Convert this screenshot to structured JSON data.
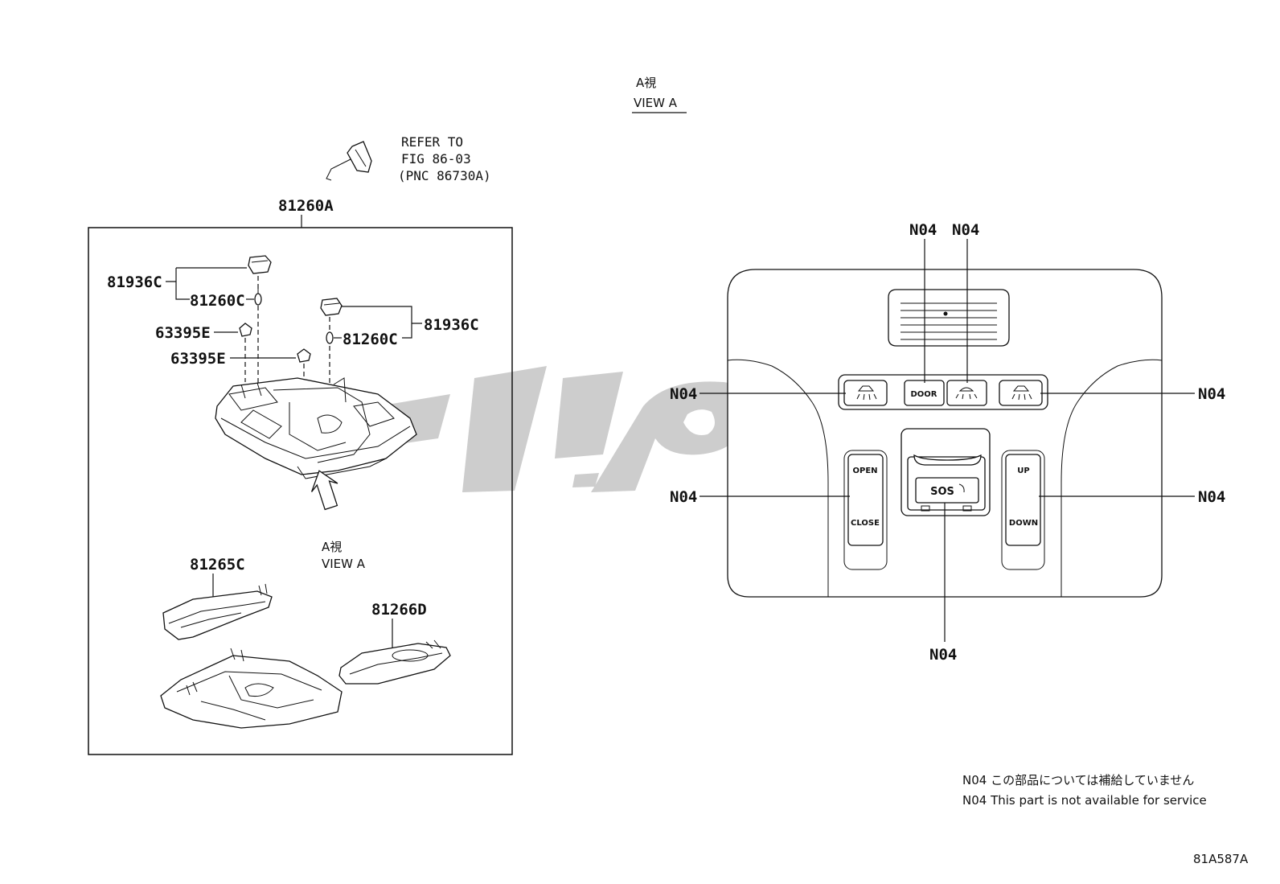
{
  "view_a_header": {
    "line1": "A視",
    "line2": "VIEW A"
  },
  "refer_note": {
    "line1": "REFER TO",
    "line2": "FIG 86-03",
    "line3": "(PNC 86730A)"
  },
  "assembly_label": "81260A",
  "parts": {
    "p81936C_left": "81936C",
    "p81260C_left": "81260C",
    "p63395E_upper": "63395E",
    "p63395E_lower": "63395E",
    "p81936C_right": "81936C",
    "p81260C_right": "81260C",
    "p81265C": "81265C",
    "p81266D": "81266D"
  },
  "view_a_arrow": {
    "line1": "A視",
    "line2": "VIEW A"
  },
  "callouts": {
    "top_door": "N04",
    "top_center": "N04",
    "left_upper": "N04",
    "right_upper": "N04",
    "left_lower": "N04",
    "right_lower": "N04",
    "bottom": "N04"
  },
  "console_buttons": {
    "door": "DOOR",
    "open": "OPEN",
    "close": "CLOSE",
    "sos": "SOS",
    "up": "UP",
    "down": "DOWN"
  },
  "notes": {
    "jp": "N04 この部品については補給していません",
    "en": "N04 This part is not available for service"
  },
  "figure_code": "81A587A",
  "watermark_color": "#c8c8c8"
}
